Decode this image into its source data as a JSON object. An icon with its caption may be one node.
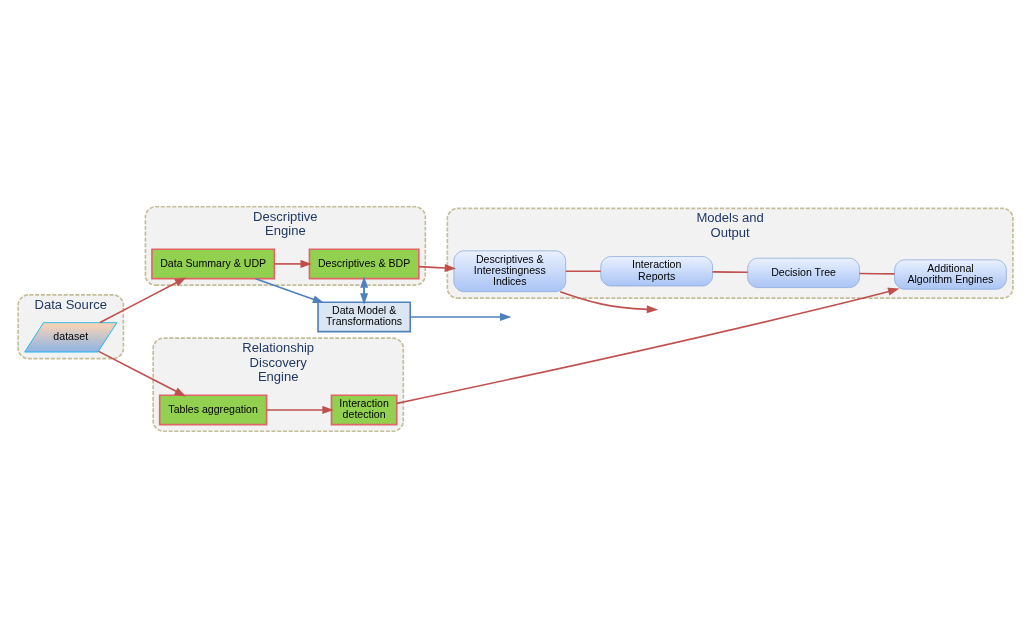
{
  "diagram": {
    "nodes": [
      {
        "text": [
          "Data Source"
        ]
      },
      {
        "text": [
          "dataset"
        ],
        "in": 0
      },
      {
        "text": [
          "Descriptive Engine"
        ]
      },
      {
        "text": [
          "Data Summary & UDP"
        ],
        "in": 2
      },
      {
        "text": [
          "Descriptives & BDP"
        ],
        "in": 2
      },
      {
        "text": [
          "Data Model & Transformations"
        ]
      },
      {
        "text": [
          "Relationship Discovery Engine"
        ]
      },
      {
        "text": [
          "Tables aggregation"
        ],
        "in": 6
      },
      {
        "text": [
          "Interaction detection"
        ],
        "in": 6
      },
      {
        "text": [
          "Models and Output"
        ]
      },
      {
        "text": [
          "Descriptives & Interestingness Indices"
        ],
        "in": 9
      },
      {
        "text": [
          "Interaction Reports"
        ],
        "in": 9
      },
      {
        "text": [
          "Decision Tree"
        ],
        "in": 9
      },
      {
        "text": [
          "Additional Algorithm Engines"
        ],
        "in": 9
      }
    ],
    "edges": [
      {
        "from": 1,
        "to": 3,
        "arrow": "to"
      },
      {
        "from": 3,
        "to": 4,
        "arrow": "to"
      },
      {
        "from": 4,
        "to": 10,
        "arrow": "to"
      },
      {
        "from": 3,
        "to": 5,
        "arrow": "to",
        "color": "#4f81bd"
      },
      {
        "from": 5,
        "to": 4,
        "arrow": "to",
        "color": "#4f81bd"
      },
      {
        "from": 4,
        "to": 5,
        "arrow": "to",
        "color": "#4f81bd"
      },
      {
        "from": 5,
        "to": null,
        "arrow": "to",
        "color": "#4f81bd"
      },
      {
        "from": 1,
        "to": 7,
        "arrow": "to"
      },
      {
        "from": 7,
        "to": 8,
        "arrow": "to"
      },
      {
        "from": 8,
        "to": 13,
        "arrow": "to"
      },
      {
        "from": 10,
        "to": null,
        "arrow": "to"
      },
      {
        "from": 10,
        "to": 11,
        "arrow": "none"
      },
      {
        "from": 11,
        "to": 12,
        "arrow": "none"
      },
      {
        "from": 12,
        "to": 13,
        "arrow": "none"
      }
    ]
  }
}
